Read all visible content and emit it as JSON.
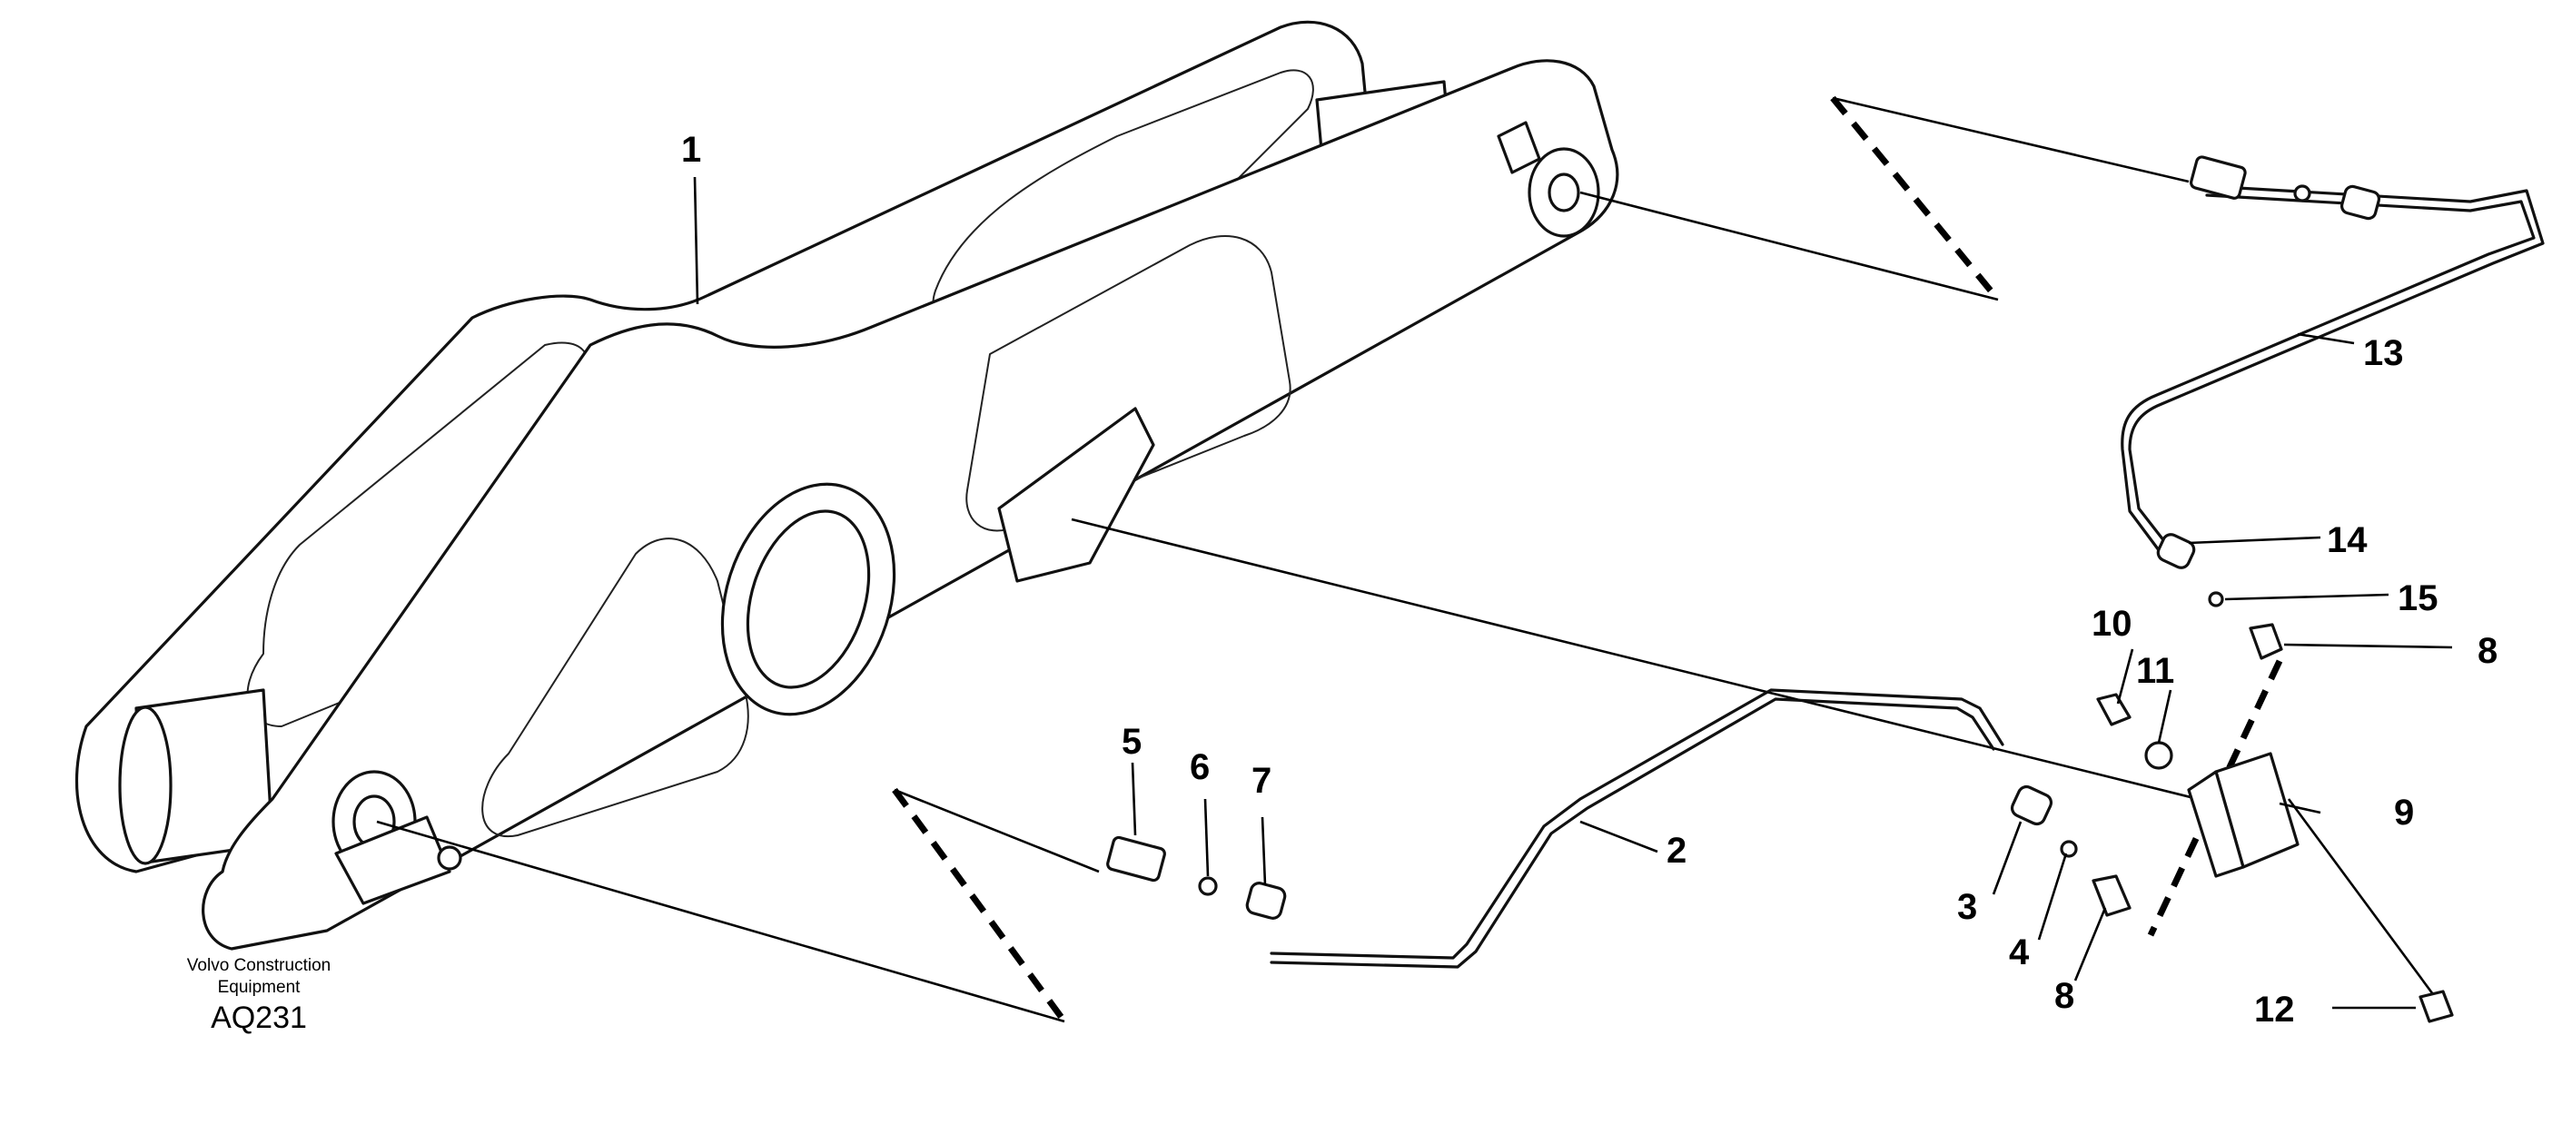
{
  "figure_code": "AQ231",
  "publisher": {
    "line1": "Volvo Construction",
    "line2": "Equipment"
  },
  "callouts": {
    "c1": "1",
    "c2": "2",
    "c3": "3",
    "c4": "4",
    "c5": "5",
    "c6": "6",
    "c7": "7",
    "c8a": "8",
    "c8b": "8",
    "c9": "9",
    "c10": "10",
    "c11": "11",
    "c12": "12",
    "c13": "13",
    "c14": "14",
    "c15": "15"
  },
  "colors": {
    "ink": "#000000",
    "paper": "#ffffff"
  }
}
